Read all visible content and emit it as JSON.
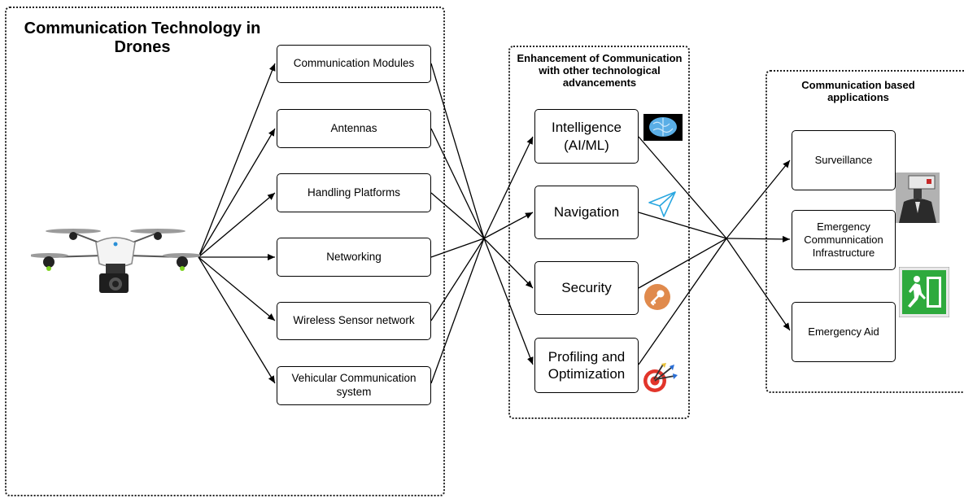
{
  "groups": {
    "technology": {
      "title": "Communication Technology in Drones"
    },
    "enhancement": {
      "title": "Enhancement of Communication with other technological advancements"
    },
    "applications": {
      "title": "Communication based applications"
    }
  },
  "modules": [
    {
      "id": "communication-modules",
      "label": "Communication Modules"
    },
    {
      "id": "antennas",
      "label": "Antennas"
    },
    {
      "id": "handling-platforms",
      "label": "Handling Platforms"
    },
    {
      "id": "networking",
      "label": "Networking"
    },
    {
      "id": "wireless-sensor-network",
      "label": "Wireless Sensor network"
    },
    {
      "id": "vehicular-communication-system",
      "label": "Vehicular Communication system"
    }
  ],
  "enhancements": [
    {
      "id": "intelligence",
      "label": "Intelligence (AI/ML)",
      "icon": "brain-icon"
    },
    {
      "id": "navigation",
      "label": "Navigation",
      "icon": "paper-plane-icon"
    },
    {
      "id": "security",
      "label": "Security",
      "icon": "key-icon"
    },
    {
      "id": "profiling-optimization",
      "label": "Profiling and Optimization",
      "icon": "target-darts-icon"
    }
  ],
  "applications": [
    {
      "id": "surveillance",
      "label": "Surveillance",
      "icon": "surveillance-camera-icon"
    },
    {
      "id": "emergency-infrastructure",
      "label": "Emergency Communnication Infrastructure",
      "icon": "emergency-exit-sign-icon"
    },
    {
      "id": "emergency-aid",
      "label": "Emergency Aid"
    }
  ],
  "images": {
    "drone": "drone-image"
  },
  "colors": {
    "stroke": "#000000",
    "brain": "#5aaee6",
    "plane": "#2aa7e0",
    "key": "#e08a4c",
    "exit": "#2eaa3d",
    "target": "#e2352b"
  }
}
